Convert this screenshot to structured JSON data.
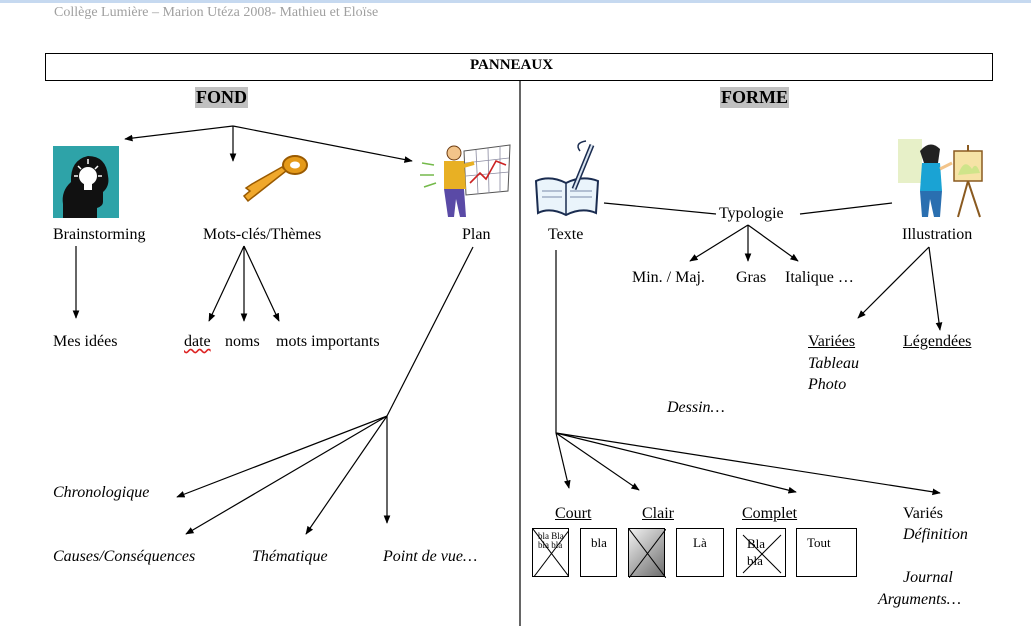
{
  "credit": "Collège Lumière – Marion Utéza 2008- Mathieu et Eloïse",
  "title": "PANNEAUX",
  "fond": {
    "heading": "FOND",
    "brainstorming": "Brainstorming",
    "mots_cles": "Mots-clés/Thèmes",
    "plan": "Plan",
    "mes_idees": "Mes idées",
    "date": "date",
    "noms": "noms",
    "mots_importants": "mots importants",
    "chronologique": "Chronologique",
    "causes": "Causes/Conséquences",
    "thematique": "Thématique",
    "point_de_vue": "Point de vue…"
  },
  "forme": {
    "heading": "FORME",
    "texte": "Texte",
    "typologie": "Typologie",
    "illustration": "Illustration",
    "min_maj": "Min. / Maj.",
    "gras": "Gras",
    "italique": "Italique …",
    "variees": "Variées",
    "tableau": "Tableau",
    "photo": "Photo",
    "legendees": "Légendées",
    "dessin": "Dessin…",
    "court": "Court",
    "clair": "Clair",
    "complet": "Complet",
    "varies": "Variés",
    "definition": "Définition",
    "journal": "Journal",
    "arguments": "Arguments…",
    "box_bla": "bla",
    "box_la": "Là",
    "box_tout": "Tout",
    "box_blabla": "Bla bla",
    "box_stack": "bla Bla bla bla"
  },
  "icons": [
    "brainstorm-head-icon",
    "key-icon",
    "planning-board-icon",
    "writing-pen-icon",
    "painter-easel-icon"
  ]
}
